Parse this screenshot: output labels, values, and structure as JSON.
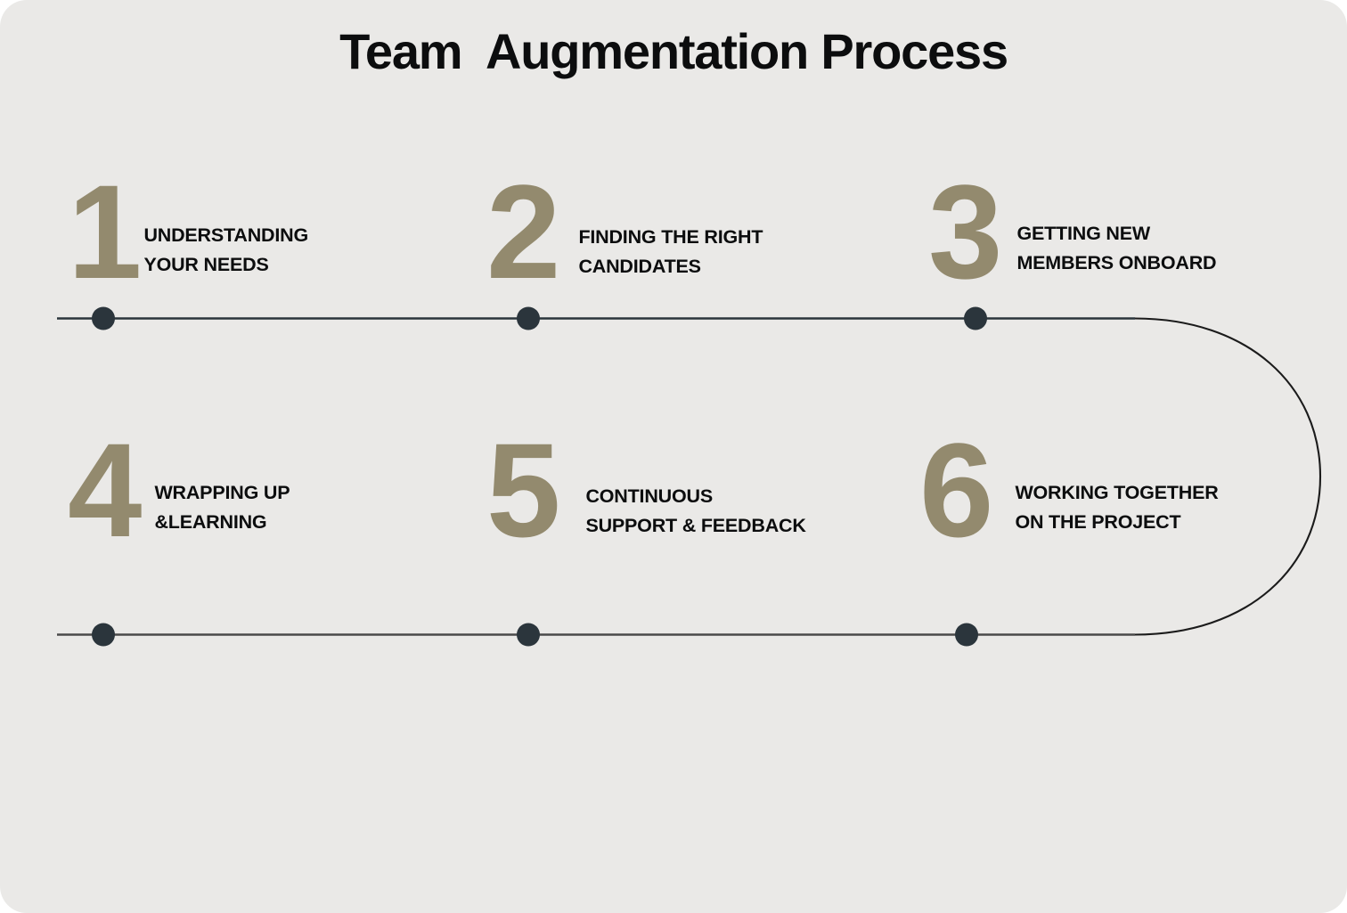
{
  "title": "Team  Augmentation Process",
  "colors": {
    "background": "#eae9e7",
    "number_accent": "#938a6e",
    "text": "#0c0d0e",
    "line": "#2b353c",
    "dot": "#2b353c"
  },
  "timeline": {
    "top_line_label": "top-timeline-track",
    "bottom_line_label": "bottom-timeline-track",
    "curve_label": "timeline-u-turn-connector"
  },
  "steps": [
    {
      "number": "1",
      "label": "UNDERSTANDING\nYOUR NEEDS",
      "row": "top",
      "column": 1
    },
    {
      "number": "2",
      "label": "FINDING THE RIGHT\nCANDIDATES",
      "row": "top",
      "column": 2
    },
    {
      "number": "3",
      "label": "GETTING NEW\nMEMBERS ONBOARD",
      "row": "top",
      "column": 3
    },
    {
      "number": "4",
      "label": "WRAPPING UP\n&LEARNING",
      "row": "bottom",
      "column": 1
    },
    {
      "number": "5",
      "label": "CONTINUOUS\n SUPPORT & FEEDBACK",
      "row": "bottom",
      "column": 2
    },
    {
      "number": "6",
      "label": "WORKING TOGETHER\nON THE PROJECT",
      "row": "bottom",
      "column": 3
    }
  ]
}
